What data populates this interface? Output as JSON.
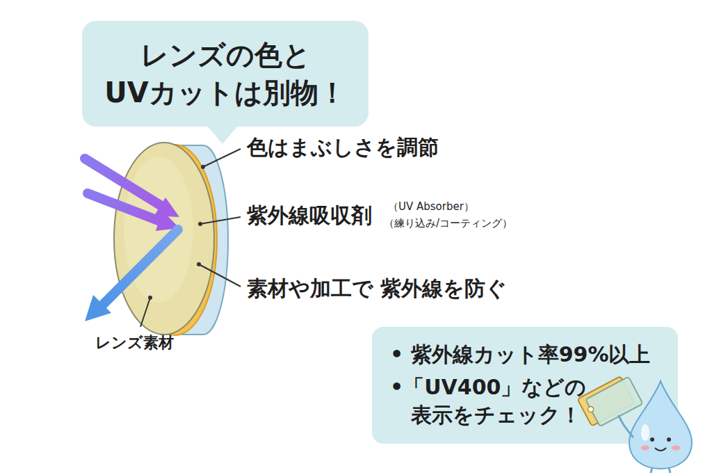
{
  "diagram": {
    "nodes": [
      {
        "text": [
          "レンズの色と UVカットは別物！"
        ]
      },
      {
        "text": [
          "• 紫外線カット率99%以上",
          "•「UV400」などの 表示をチェック！"
        ]
      }
    ],
    "labels": [
      "色はまぶしさを調節",
      "紫外線吸収剤",
      "（UV Absorber）",
      "（練り込み/コーティング）",
      "素材や加工で 紫外線を防ぐ",
      "レンズ素材"
    ]
  }
}
